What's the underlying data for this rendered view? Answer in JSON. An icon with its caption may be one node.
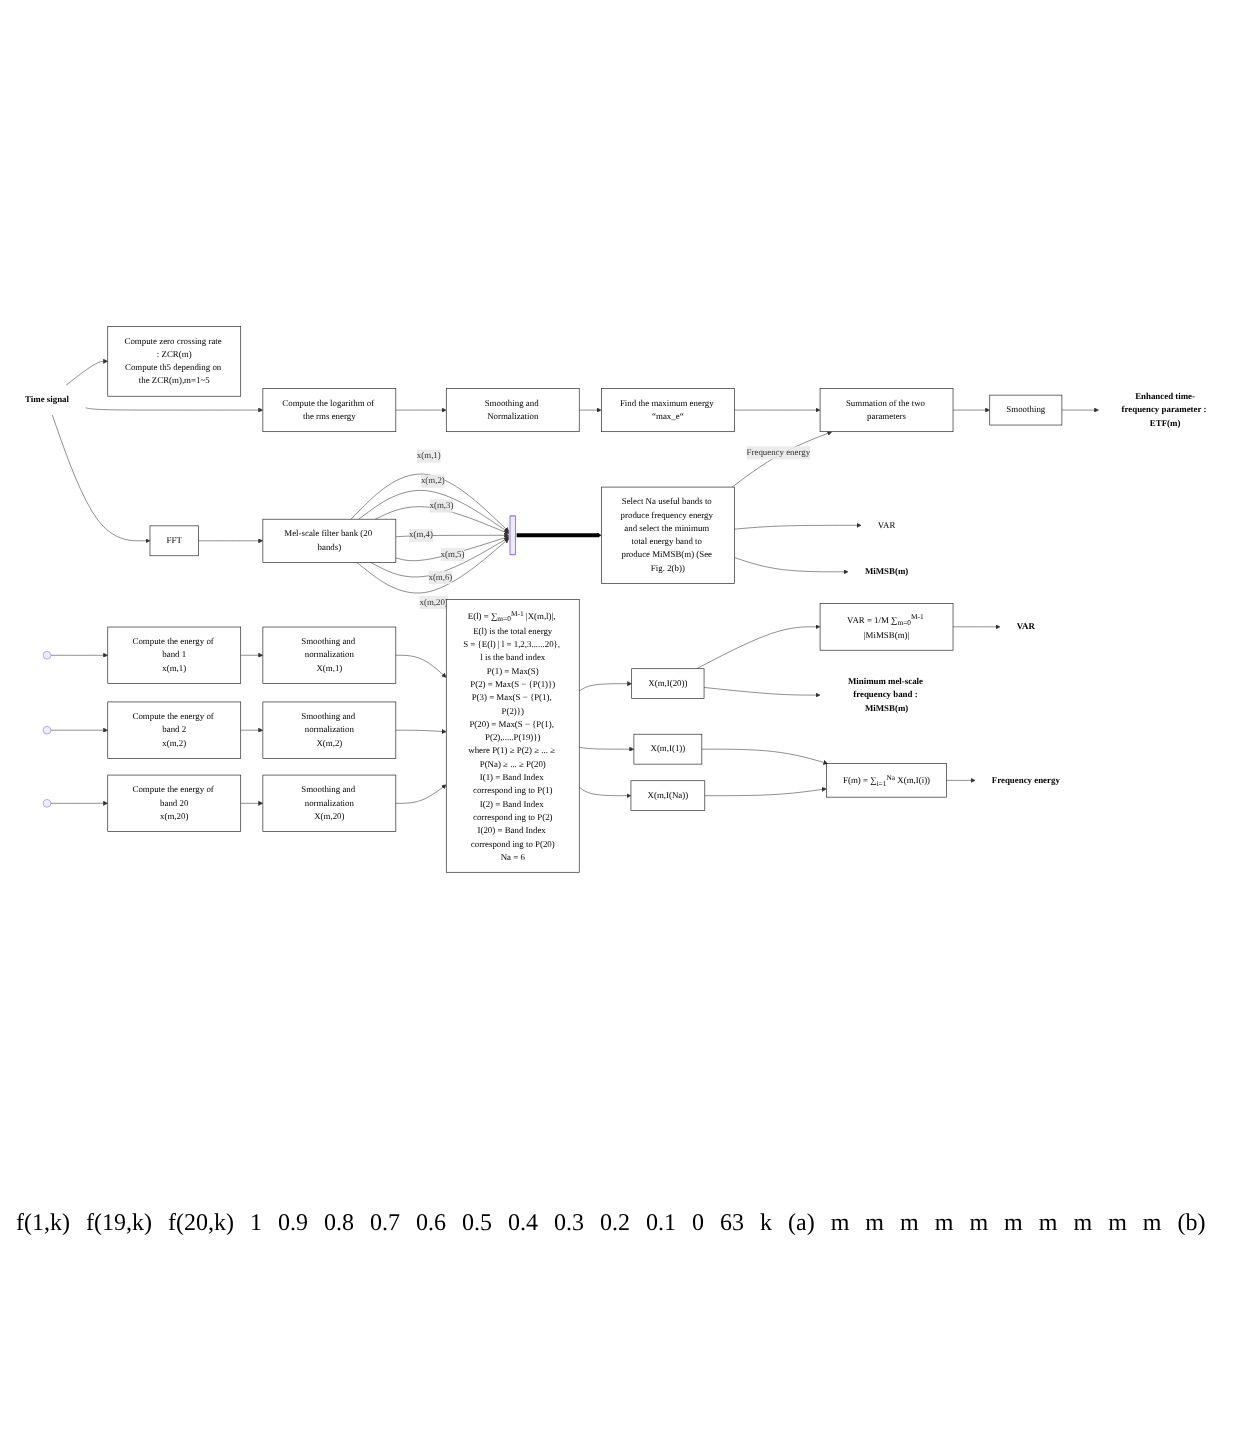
{
  "diagram": {
    "nodes": [
      {
        "text": [
          "Time signal"
        ]
      },
      {
        "text": [
          "Compute zero crossing rate : ZCR(m)",
          "Compute th5 depending on the ZCR(m),m=1~5"
        ]
      },
      {
        "text": [
          "Compute the logarithm of the rms energy"
        ]
      },
      {
        "text": [
          "Smoothing and Normalization"
        ]
      },
      {
        "text": [
          "Find the maximum energy “max_e“"
        ]
      },
      {
        "text": [
          "Summation of the two parameters"
        ]
      },
      {
        "text": [
          "Smoothing"
        ]
      },
      {
        "text": [
          "Enhanced time-frequency parameter : ETF(m)"
        ]
      },
      {
        "text": [
          "FFT"
        ]
      },
      {
        "text": [
          "Mel-scale filter bank (20 bands)"
        ]
      },
      {
        "text": [],
        "shape": "bar"
      },
      {
        "text": [
          "Select Na useful bands to produce frequency energy and select the minimum total energy band to produce MiMSB(m) (See Fig. 2(b))"
        ]
      },
      {
        "text": [
          "VAR"
        ]
      },
      {
        "text": [
          "MiMSB(m)"
        ]
      },
      {
        "text": [
          "VAR"
        ]
      },
      {
        "text": [
          "VAR = 1/M ∑$_{m=0}$$^{M-1}$ |MiMSB(m)|"
        ]
      },
      {
        "text": [
          "Minimum mel-scale frequency band : MiMSB(m)"
        ]
      },
      {
        "text": [
          "X(m,I(20))"
        ]
      },
      {
        "text": [
          "Frequency energy"
        ]
      },
      {
        "text": [
          "F(m) = ∑$_{i=1}$$^{Na}$ X(m,I(i))"
        ]
      },
      {
        "text": [
          "X(m,I(1))"
        ]
      },
      {
        "text": [
          "X(m,I(Na))"
        ]
      },
      {
        "text": [
          "Compute the energy of band 1",
          "x(m,1)"
        ]
      },
      {
        "text": [
          "Smoothing and normalization",
          "X(m,1)"
        ]
      },
      {
        "text": [
          "Compute the energy of band 2",
          "x(m,2)"
        ]
      },
      {
        "text": [
          "Smoothing and normalization",
          "X(m,2)"
        ]
      },
      {
        "text": [
          "Compute the energy of band 20",
          "x(m,20)"
        ]
      },
      {
        "text": [
          "Smoothing and normalization",
          "X(m,20)"
        ]
      },
      {
        "text": [
          "E(l) = ∑$_{m=0}$$^{M-1}$ |X(m,l)|, E(l) is the total energy",
          "S = {E(l) | l = 1,2,3......20}, l is the band index",
          "P(1) = Max(S)",
          "P(2) = Max(S − {P(1)})",
          "P(3) = Max(S − {P(1), P(2)})",
          "P(20) = Max(S − {P(1), P(2),.....P(19)})",
          "where P(1) ≥ P(2) ≥ ... ≥ P(Na) ≥ ... ≥ P(20)",
          "I(1) = Band Index correspond ing to P(1)",
          "I(2) = Band Index correspond ing to P(2)",
          "I(20) = Band Index correspond ing to P(20)",
          "Na = 6"
        ]
      }
    ],
    "edges": [
      {
        "from": 0,
        "to": 1,
        "arrow": "to"
      },
      {
        "from": 0,
        "to": 2,
        "arrow": "to"
      },
      {
        "from": 0,
        "to": 8,
        "arrow": "to"
      },
      {
        "from": 2,
        "to": 3,
        "arrow": "to"
      },
      {
        "from": 3,
        "to": 4,
        "arrow": "to"
      },
      {
        "from": 4,
        "to": 5,
        "arrow": "to"
      },
      {
        "from": 5,
        "to": 6,
        "arrow": "to"
      },
      {
        "from": 6,
        "to": 7,
        "arrow": "to"
      },
      {
        "from": 8,
        "to": 9,
        "arrow": "to"
      },
      {
        "from": 9,
        "to": 10,
        "arrow": "to",
        "label": "x(m,1)"
      },
      {
        "from": 9,
        "to": 10,
        "arrow": "to",
        "label": "x(m,2)"
      },
      {
        "from": 9,
        "to": 10,
        "arrow": "to",
        "label": "x(m,3)"
      },
      {
        "from": 9,
        "to": 10,
        "arrow": "to",
        "label": "x(m,4)"
      },
      {
        "from": 9,
        "to": 10,
        "arrow": "to",
        "label": "x(m,5)"
      },
      {
        "from": 9,
        "to": 10,
        "arrow": "to",
        "label": "x(m,6)"
      },
      {
        "from": 9,
        "to": 10,
        "arrow": "to",
        "label": "x(m,20)"
      },
      {
        "from": 10,
        "to": 11,
        "arrow": "to",
        "style": "thick"
      },
      {
        "from": 11,
        "to": 5,
        "arrow": "to",
        "label": "Frequency energy"
      },
      {
        "from": 11,
        "to": 12,
        "arrow": "to"
      },
      {
        "from": 11,
        "to": 13,
        "arrow": "to"
      },
      {
        "from": null,
        "to": 22,
        "arrow": "to"
      },
      {
        "from": null,
        "to": 24,
        "arrow": "to"
      },
      {
        "from": null,
        "to": 26,
        "arrow": "to"
      },
      {
        "from": 22,
        "to": 23,
        "arrow": "to"
      },
      {
        "from": 24,
        "to": 25,
        "arrow": "to"
      },
      {
        "from": 26,
        "to": 27,
        "arrow": "to"
      },
      {
        "from": 23,
        "to": 28,
        "arrow": "to"
      },
      {
        "from": 25,
        "to": 28,
        "arrow": "to"
      },
      {
        "from": 27,
        "to": 28,
        "arrow": "to"
      },
      {
        "from": 28,
        "to": 17,
        "arrow": "to"
      },
      {
        "from": 28,
        "to": 20,
        "arrow": "to"
      },
      {
        "from": 28,
        "to": 21,
        "arrow": "to"
      },
      {
        "from": 17,
        "to": 16,
        "arrow": "to"
      },
      {
        "from": 17,
        "to": 15,
        "arrow": "to"
      },
      {
        "from": 15,
        "to": 14,
        "arrow": "to"
      },
      {
        "from": 20,
        "to": 19,
        "arrow": "to"
      },
      {
        "from": 21,
        "to": 19,
        "arrow": "to"
      },
      {
        "from": 19,
        "to": 18,
        "arrow": "to"
      }
    ],
    "labels": [
      "f(1,k)",
      "f(19,k)",
      "f(20,k)",
      "1",
      "0.9",
      "0.8",
      "0.7",
      "0.6",
      "0.5",
      "0.4",
      "0.3",
      "0.2",
      "0.1",
      "0",
      "63",
      "k",
      "(a)",
      "m",
      "m",
      "m",
      "m",
      "m",
      "m",
      "m",
      "m",
      "m",
      "m",
      "(b)"
    ]
  }
}
